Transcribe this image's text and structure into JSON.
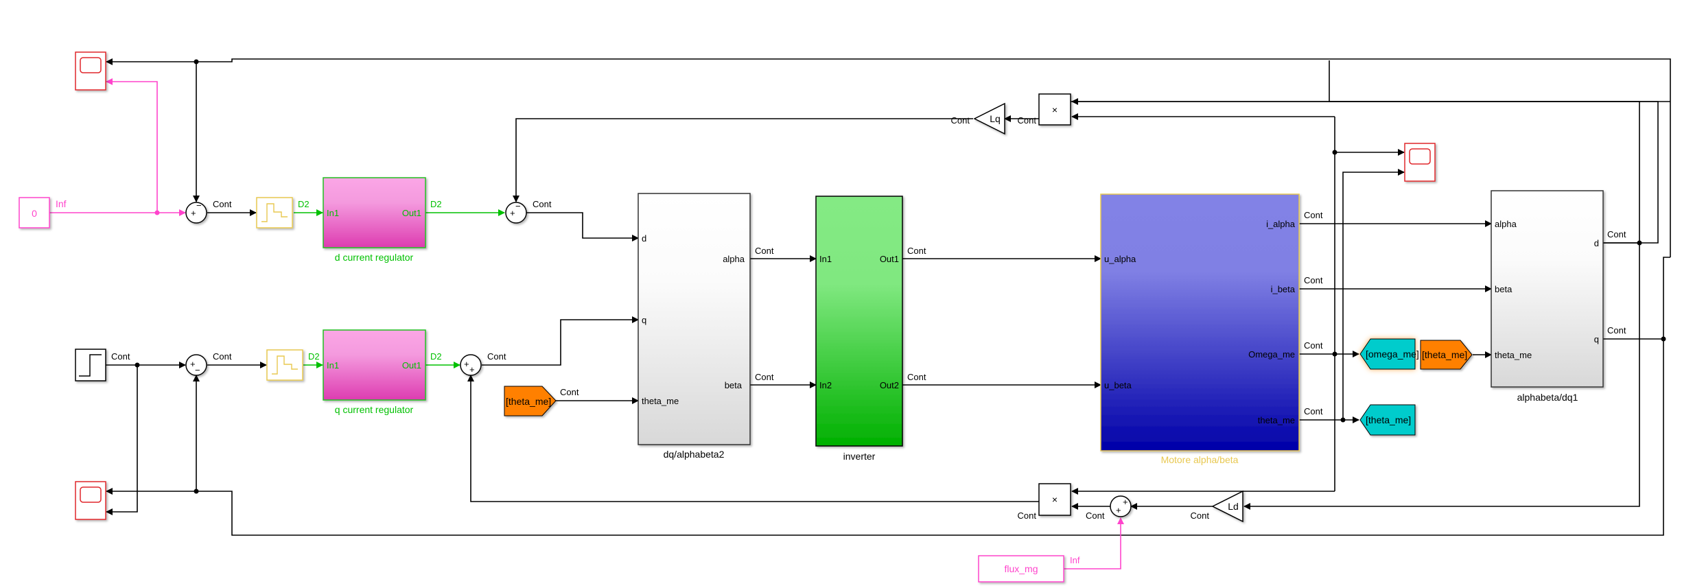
{
  "diagram": {
    "type": "simulink-block-diagram",
    "signal_label": "Cont",
    "discrete_label": "D2",
    "inf_label": "Inf"
  },
  "blocks": {
    "const_zero": {
      "value": "0",
      "rate": "Inf"
    },
    "step": {
      "rate": "Cont"
    },
    "flux_mg": {
      "value": "flux_mg",
      "rate": "Inf"
    },
    "d_regulator": {
      "name": "d current regulator",
      "in": "In1",
      "out": "Out1"
    },
    "q_regulator": {
      "name": "q current regulator",
      "in": "In1",
      "out": "Out1"
    },
    "dq_alphabeta2": {
      "name": "dq/alphabeta2",
      "inputs": [
        "d",
        "q",
        "theta_me"
      ],
      "outputs": [
        "alpha",
        "beta"
      ]
    },
    "inverter": {
      "name": "inverter",
      "inputs": [
        "In1",
        "In2"
      ],
      "outputs": [
        "Out1",
        "Out2"
      ]
    },
    "motor": {
      "name": "Motore alpha/beta",
      "inputs": [
        "u_alpha",
        "u_beta"
      ],
      "outputs": [
        "i_alpha",
        "i_beta",
        "Omega_me",
        "theta_me"
      ]
    },
    "alphabeta_dq1": {
      "name": "alphabeta/dq1",
      "inputs": [
        "alpha",
        "beta",
        "theta_me"
      ],
      "outputs": [
        "d",
        "q"
      ]
    },
    "gain_lq": {
      "value": "Lq"
    },
    "gain_ld": {
      "value": "Ld"
    },
    "product_top": {
      "symbol": "×"
    },
    "product_bottom": {
      "symbol": "×"
    },
    "goto_omega": {
      "tag": "[omega_me]"
    },
    "goto_theta": {
      "tag": "[theta_me]"
    },
    "from_theta_left": {
      "tag": "[theta_me]"
    },
    "from_theta_right": {
      "tag": "[theta_me]"
    },
    "sum_d_error": {
      "signs_top": "−",
      "signs_left": "+"
    },
    "sum_q_error": {
      "signs_left": "+",
      "signs_bottom": "−"
    },
    "sum_d_out": {
      "signs_top": "−",
      "signs_left": "+"
    },
    "sum_q_out": {
      "signs_left": "+",
      "signs_bottom": "+"
    },
    "sum_flux": {
      "signs_right": "+",
      "signs_bottom": "+"
    }
  },
  "colors": {
    "scope": "#e0282c",
    "regulator_top": "#fba6e6",
    "regulator_bottom": "#dd3cb0",
    "regulator_border": "#20c020",
    "inverter_top": "#84ea84",
    "inverter_bottom": "#00b000",
    "motor_top": "#8282e6",
    "motor_bottom": "#0000a8",
    "goto": "#00cccc",
    "from": "#ff8000",
    "constant": "#ff44cc",
    "discrete_wire": "#00c000",
    "zoh": "#e8c850"
  }
}
